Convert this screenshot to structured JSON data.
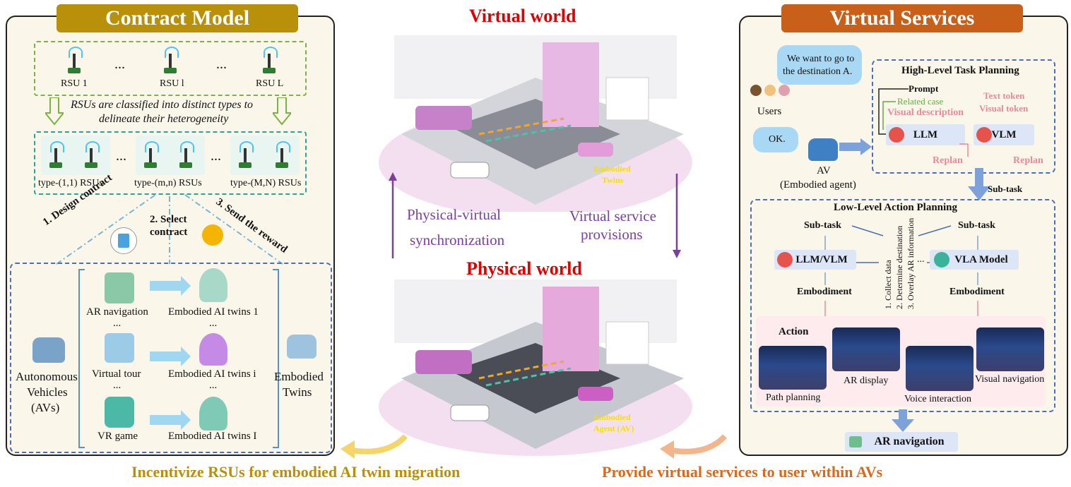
{
  "left_panel": {
    "title": "Contract Model",
    "rsu_labels": [
      "RSU 1",
      "RSU l",
      "RSU L"
    ],
    "ellipsis": "...",
    "classify_text_1": "RSUs are classified into distinct types to",
    "classify_text_2": "delineate their heterogeneity",
    "type_labels": [
      "type-(1,1) RSUs",
      "type-(m,n) RSUs",
      "type-(M,N) RSUs"
    ],
    "steps": [
      "1. Design contract",
      "2. Select contract",
      "3. Send the reward"
    ],
    "av_label": [
      "Autonomous",
      "Vehicles",
      "(AVs)"
    ],
    "services": [
      "AR navigation",
      "Virtual tour",
      "VR game"
    ],
    "twins": [
      "Embodied AI twins 1",
      "Embodied AI twins i",
      "Embodied AI twins I"
    ],
    "embodied_twins": [
      "Embodied",
      "Twins"
    ]
  },
  "center": {
    "virtual_title": "Virtual world",
    "physical_title": "Physical world",
    "sync_label": [
      "Physical-virtual",
      "synchronization"
    ],
    "provision_label": [
      "Virtual service",
      "provisions"
    ],
    "virtual_tag": [
      "Embodied",
      "Twins"
    ],
    "physical_tag": [
      "Embodied",
      "Agent (AV)"
    ]
  },
  "right_panel": {
    "title": "Virtual Services",
    "user_bubble": [
      "We want to go to",
      "the  destination A."
    ],
    "users_label": "Users",
    "ok_bubble": "OK.",
    "av_label": [
      "AV",
      "(Embodied agent)"
    ],
    "high_level": {
      "title": "High-Level Task Planning",
      "prompt": "Prompt",
      "related_case": "Related case",
      "visual_description": "Visual description",
      "text_token": "Text token",
      "visual_token": "Visual token",
      "llm": "LLM",
      "vlm": "VLM",
      "replan": "Replan"
    },
    "subtask_label": "Sub-task",
    "low_level": {
      "title": "Low-Level Action Planning",
      "subtask": "Sub-task",
      "llm_vlm": "LLM/VLM",
      "vla": "VLA Model",
      "embodiment": "Embodiment",
      "steps": [
        "1. Collect data",
        "2. Determine destination",
        "3. Overlay AR information"
      ],
      "action": "Action",
      "actions": [
        "Path planning",
        "AR display",
        "Voice interaction",
        "Visual navigation"
      ]
    },
    "output": "AR navigation"
  },
  "bottom": {
    "left_caption": "Incentivize RSUs for embodied AI twin migration",
    "right_caption": "Provide virtual services to user within AVs"
  },
  "colors": {
    "left_title_bg": "#b8900a",
    "right_title_bg": "#c8601a",
    "red_title": "#e00000",
    "purple_text": "#7b3fa0",
    "caption_gold": "#b8900a",
    "caption_orange": "#d9691c"
  }
}
